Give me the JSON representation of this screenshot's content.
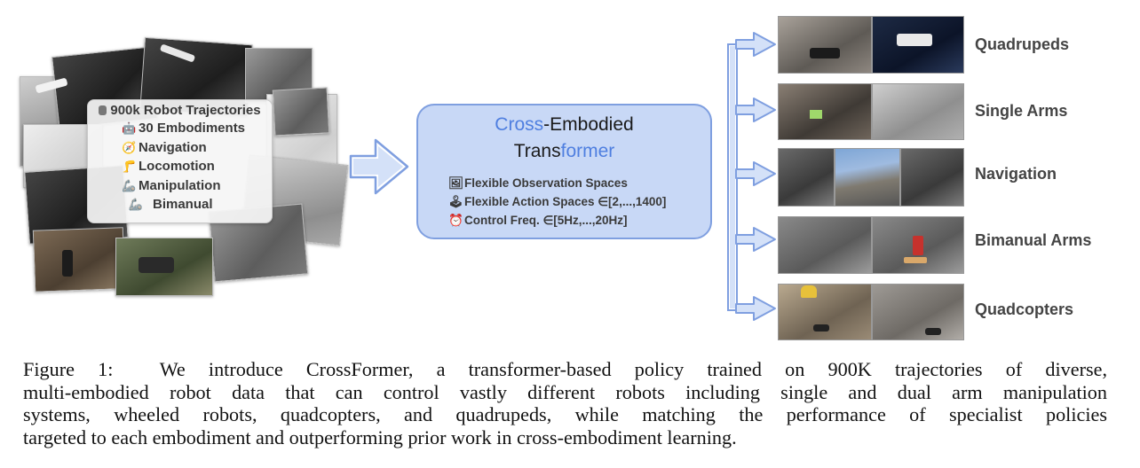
{
  "collage": {
    "card": {
      "title": "900k Robot Trajectories",
      "rows": [
        {
          "icon": "robot-icon",
          "glyph": "🤖",
          "label": "30 Embodiments"
        },
        {
          "icon": "compass-icon",
          "glyph": "🧭",
          "label": "Navigation"
        },
        {
          "icon": "leg-icon",
          "glyph": "🦵",
          "label": "Locomotion"
        },
        {
          "icon": "arm-icon",
          "glyph": "🦾",
          "label": "Manipulation"
        },
        {
          "icon": "two-arms-icon",
          "glyph": "🦾",
          "label": "Bimanual"
        }
      ]
    }
  },
  "transformer": {
    "title_accent_1": "Cross",
    "title_rest_1": "-Embodied",
    "title_rest_2": "Trans",
    "title_accent_2": "former",
    "features": [
      {
        "icon": "image-icon",
        "glyph": "🖼",
        "label": "Flexible Observation Spaces"
      },
      {
        "icon": "joystick-icon",
        "glyph": "🕹",
        "label": "Flexible Action Spaces ∈[2,...,1400]"
      },
      {
        "icon": "alarm-clock-icon",
        "glyph": "⏰",
        "label": "Control Freq. ∈[5Hz,...,20Hz]"
      }
    ],
    "accent_color": "#4f7fe0"
  },
  "categories": [
    {
      "label": "Quadrupeds"
    },
    {
      "label": "Single Arms"
    },
    {
      "label": "Navigation"
    },
    {
      "label": "Bimanual Arms"
    },
    {
      "label": "Quadcopters"
    }
  ],
  "caption": {
    "label": "Figure 1:",
    "lines": [
      "We introduce CrossFormer, a transformer-based policy trained on 900K trajectories of diverse,",
      "multi-embodied robot data that can control vastly different robots including single and dual arm manipulation",
      "systems, wheeled robots, quadcopters, and quadrupeds, while matching the performance of specialist policies",
      "targeted to each embodiment and outperforming prior work in cross-embodiment learning."
    ]
  }
}
